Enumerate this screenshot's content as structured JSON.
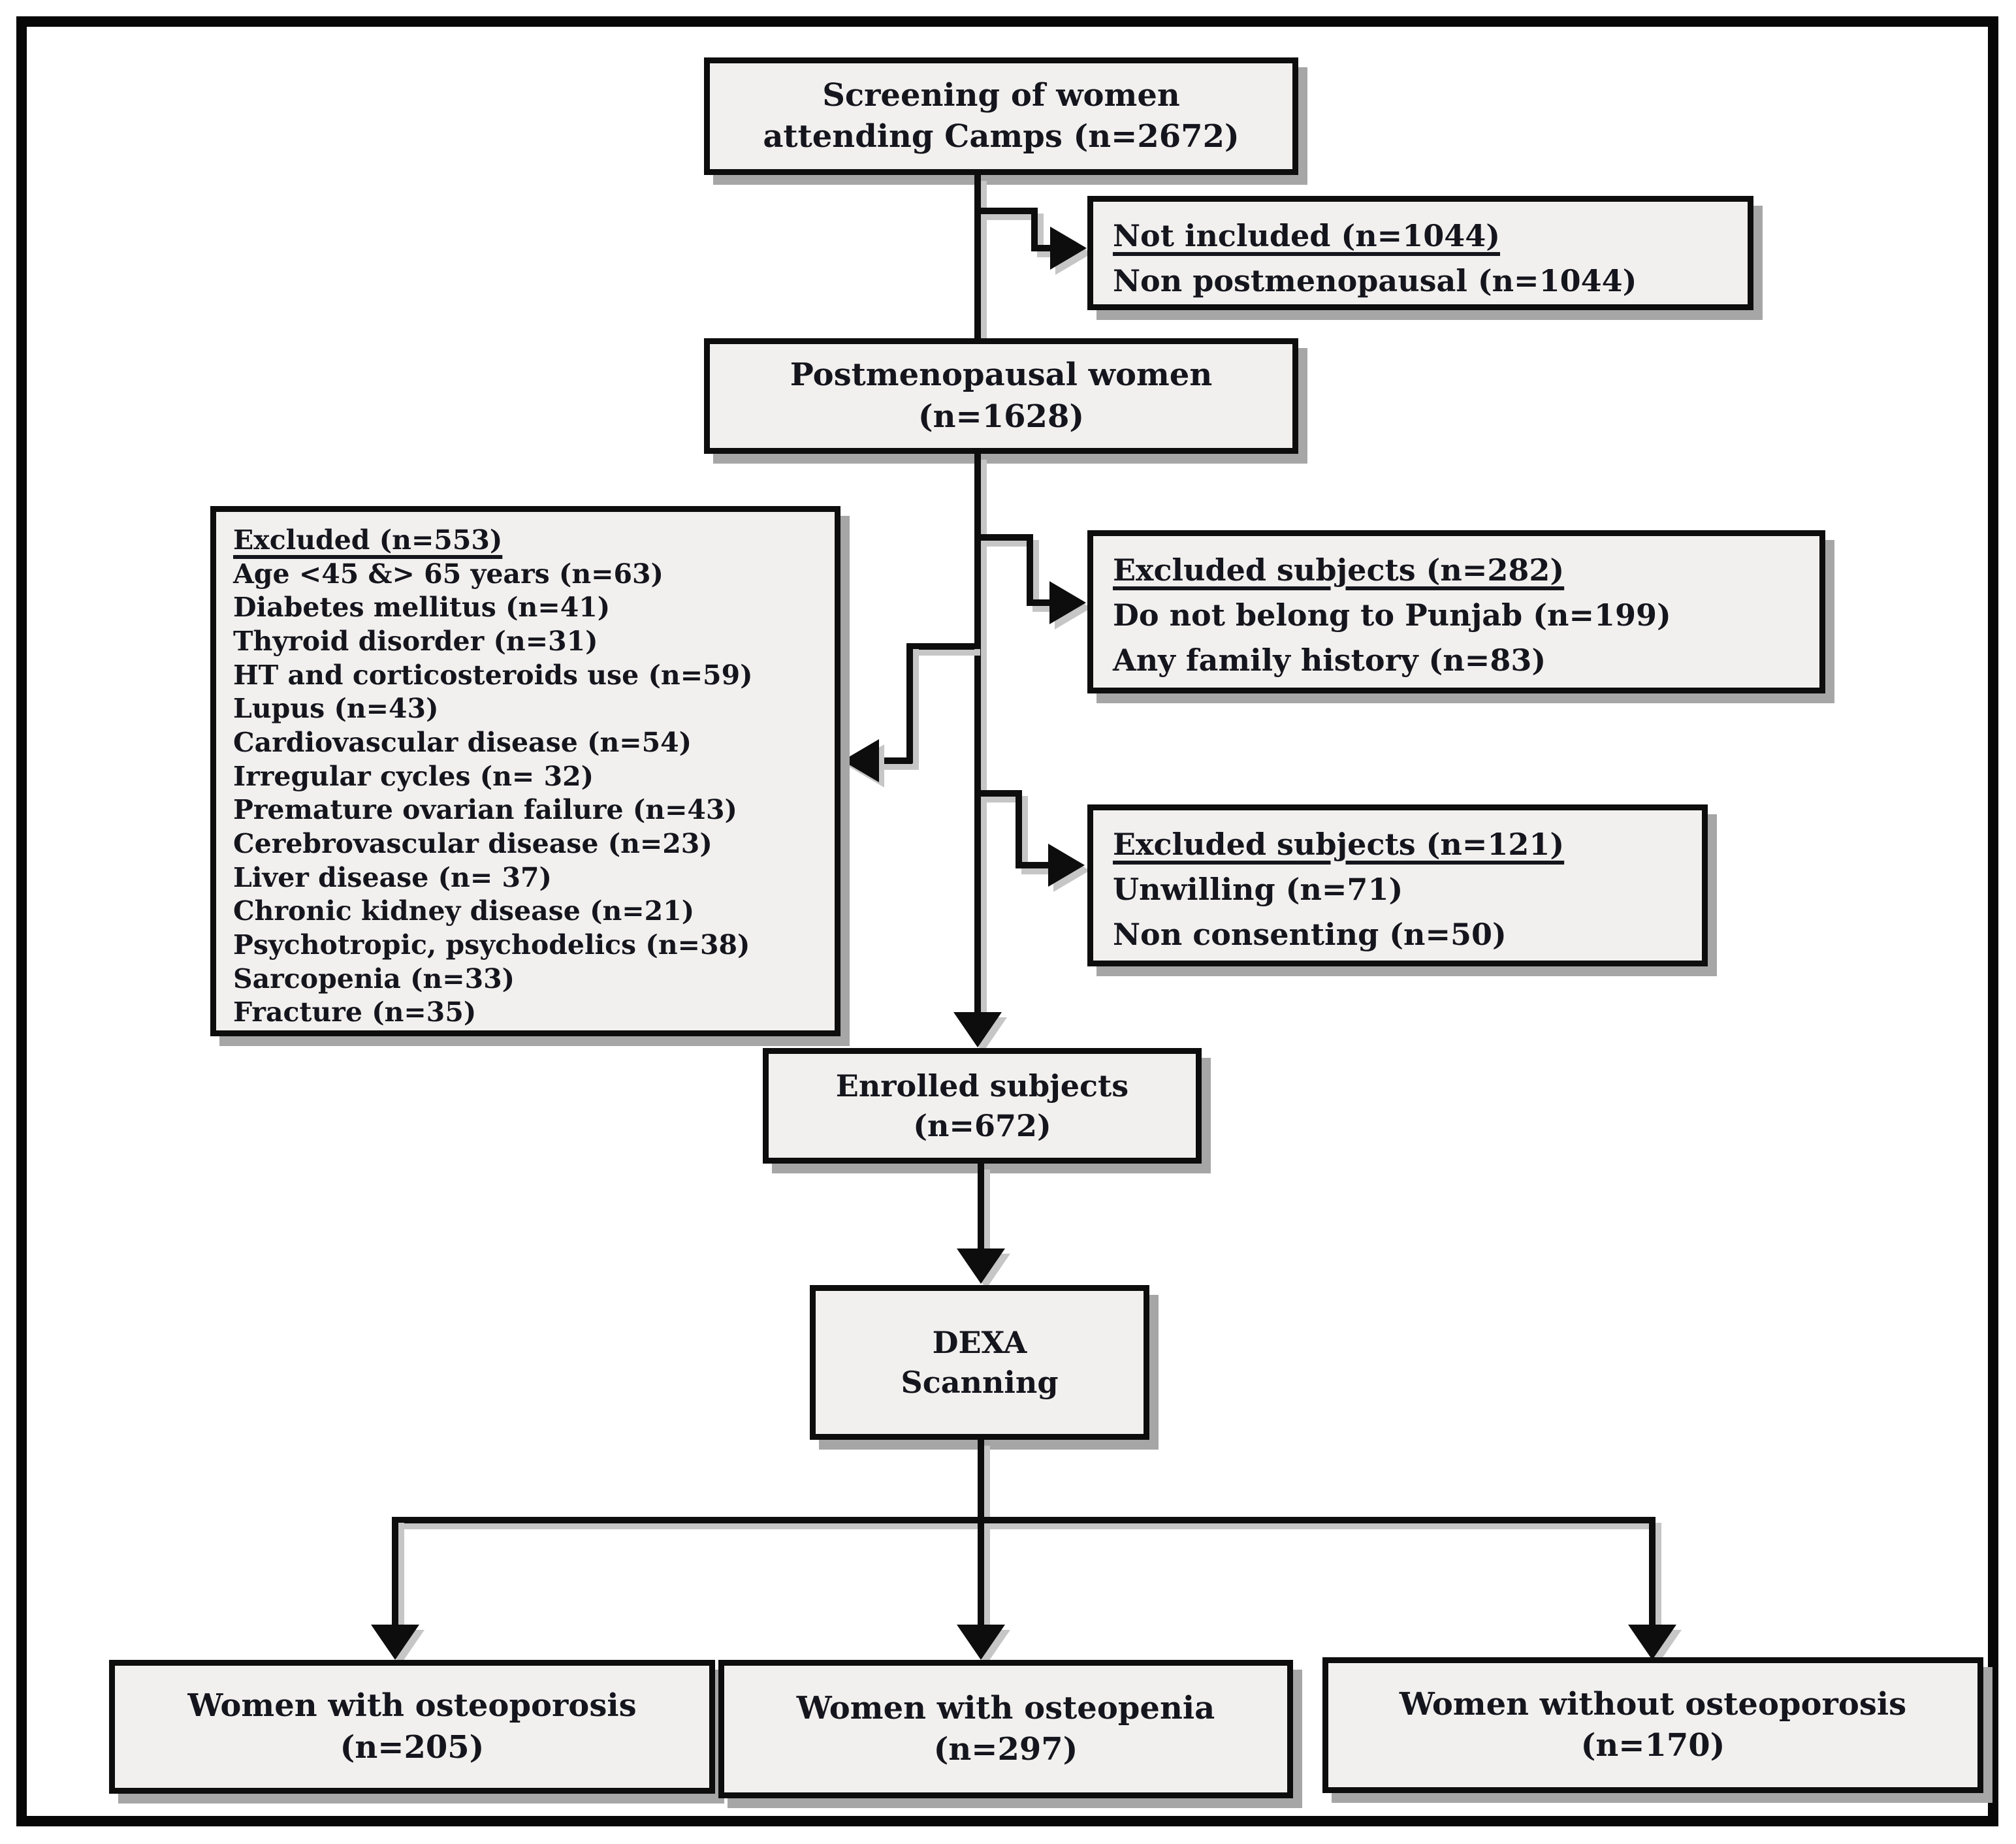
{
  "diagram": {
    "screening": {
      "line1": "Screening of women",
      "line2": "attending Camps (n=2672)"
    },
    "not_included": {
      "title": "Not included (n=1044)",
      "items": [
        "Non postmenopausal (n=1044)"
      ]
    },
    "postmenopausal": {
      "line1": "Postmenopausal women",
      "line2": "(n=1628)"
    },
    "excluded_553": {
      "title": "Excluded (n=553)",
      "items": [
        "Age <45 &> 65 years (n=63)",
        "Diabetes mellitus (n=41)",
        "Thyroid disorder (n=31)",
        "HT and corticosteroids use (n=59)",
        "Lupus (n=43)",
        "Cardiovascular disease (n=54)",
        "Irregular cycles (n= 32)",
        "Premature ovarian failure (n=43)",
        "Cerebrovascular disease (n=23)",
        "Liver disease (n= 37)",
        "Chronic kidney disease (n=21)",
        "Psychotropic, psychodelics (n=38)",
        "Sarcopenia (n=33)",
        "Fracture (n=35)"
      ]
    },
    "excluded_282": {
      "title": "Excluded subjects (n=282)",
      "items": [
        "Do not belong to Punjab (n=199)",
        "Any family history (n=83)"
      ]
    },
    "excluded_121": {
      "title": "Excluded subjects (n=121)",
      "items": [
        "Unwilling (n=71)",
        "Non consenting (n=50)"
      ]
    },
    "enrolled": {
      "line1": "Enrolled subjects",
      "line2": "(n=672)"
    },
    "dexa": {
      "line1": "DEXA",
      "line2": "Scanning"
    },
    "osteoporosis": {
      "line1": "Women with osteoporosis",
      "line2": "(n=205)"
    },
    "osteopenia": {
      "line1": "Women with osteopenia",
      "line2": "(n=297)"
    },
    "without_osteoporosis": {
      "line1": "Women without osteoporosis",
      "line2": "(n=170)"
    }
  },
  "colors": {
    "box_fill": "#f1f0ee",
    "box_border": "#0d0d0d",
    "box_shadow": "#a6a6a6",
    "line": "#0d0d0d",
    "text": "#15151d",
    "frame": "#070707",
    "background": "#ffffff"
  }
}
